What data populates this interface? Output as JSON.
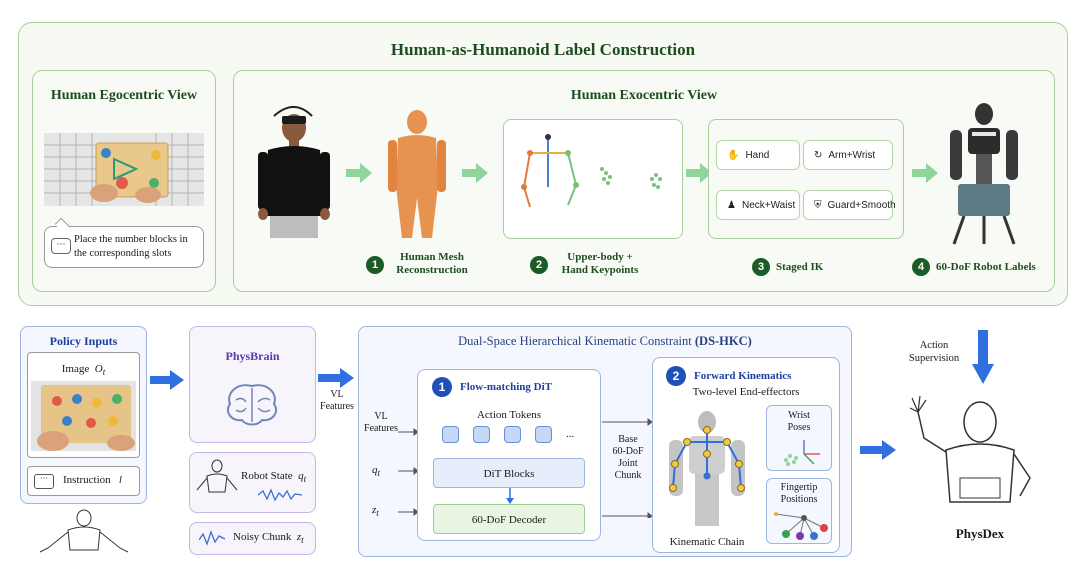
{
  "top": {
    "title": "Human-as-Humanoid Label Construction",
    "ego": {
      "title": "Human Egocentric View",
      "instruction": "Place the number blocks in the corresponding slots",
      "dots": "···"
    },
    "exo": {
      "title": "Human Exocentric View",
      "steps": [
        {
          "num": "1",
          "label_line1": "Human Mesh",
          "label_line2": "Reconstruction"
        },
        {
          "num": "2",
          "label_line1": "Upper-body +",
          "label_line2": "Hand Keypoints"
        },
        {
          "num": "3",
          "label_line1": "Staged IK",
          "label_line2": ""
        },
        {
          "num": "4",
          "label_line1": "60-DoF Robot Labels",
          "label_line2": ""
        }
      ],
      "ik_cells": [
        "Hand",
        "Arm+Wrist",
        "Neck+Waist",
        "Guard+Smooth"
      ]
    }
  },
  "policy": {
    "title": "Policy Inputs",
    "image_label": "Image",
    "image_sym": "O",
    "image_sub": "t",
    "instruction_label": "Instruction",
    "instruction_sym": "l",
    "dots": "···"
  },
  "physbrain": {
    "title": "PhysBrain",
    "vl_label_1": "VL",
    "vl_label_2": "Features",
    "robot_state_label": "Robot State",
    "robot_state_sym": "q",
    "robot_state_sub": "t",
    "noisy_label": "Noisy Chunk",
    "noisy_sym": "z",
    "noisy_sub": "t"
  },
  "dshkc": {
    "title_plain": "Dual-Space Hierarchical Kinematic Constraint ",
    "title_bold": "(DS-HKC)",
    "inputs": {
      "vl_1": "VL",
      "vl_2": "Features",
      "q_sym": "q",
      "q_sub": "t",
      "z_sym": "z",
      "z_sub": "t"
    },
    "dit": {
      "num": "1",
      "title": "Flow-matching DiT",
      "tokens_label": "Action Tokens",
      "ellipsis": "...",
      "blocks_label": "DiT Blocks",
      "decoder_label": "60-DoF Decoder"
    },
    "chunk_lines": [
      "Base",
      "60-DoF",
      "Joint",
      "Chunk"
    ],
    "fk": {
      "num": "2",
      "title": "Forward Kinematics",
      "subtitle": "Two-level End-effectors",
      "chain_label": "Kinematic Chain",
      "wrist_1": "Wrist",
      "wrist_2": "Poses",
      "finger_1": "Fingertip",
      "finger_2": "Positions"
    }
  },
  "right": {
    "supervision_1": "Action",
    "supervision_2": "Supervision",
    "physdex": "PhysDex"
  },
  "colors": {
    "green_border": "#a9cf9b",
    "green_dark": "#1e4d20",
    "blue_dark": "#1f3f9e",
    "arrow_blue": "#2f6fe0",
    "arrow_green": "#8fd49a",
    "orange_mesh": "#e8924f"
  }
}
